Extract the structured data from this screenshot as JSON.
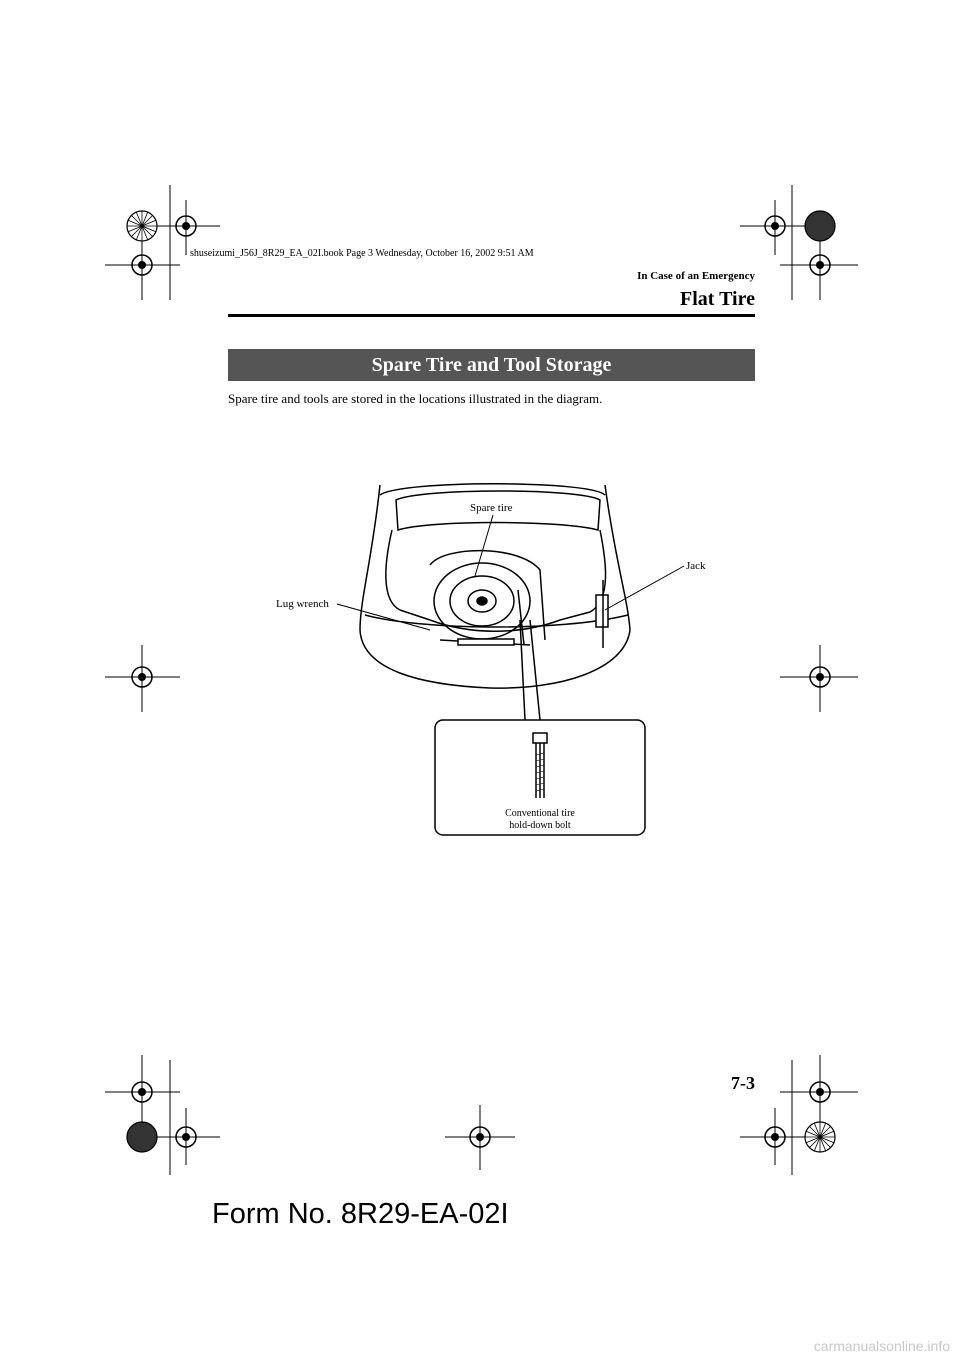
{
  "header": {
    "printline": "shuseizumi_J56J_8R29_EA_02I.book  Page 3  Wednesday, October 16, 2002  9:51 AM",
    "section": "In Case of an Emergency",
    "title": "Flat Tire"
  },
  "content": {
    "banner": "Spare Tire and Tool Storage",
    "body": "Spare tire and tools are stored in the locations illustrated in the diagram."
  },
  "diagram": {
    "labels": {
      "spare_tire": "Spare tire",
      "jack": "Jack",
      "lug_wrench": "Lug wrench",
      "bolt_line1": "Conventional tire",
      "bolt_line2": "hold-down bolt"
    }
  },
  "footer": {
    "page_number": "7-3",
    "form_number": "Form No. 8R29-EA-02I",
    "watermark": "carmanualsonline.info"
  }
}
